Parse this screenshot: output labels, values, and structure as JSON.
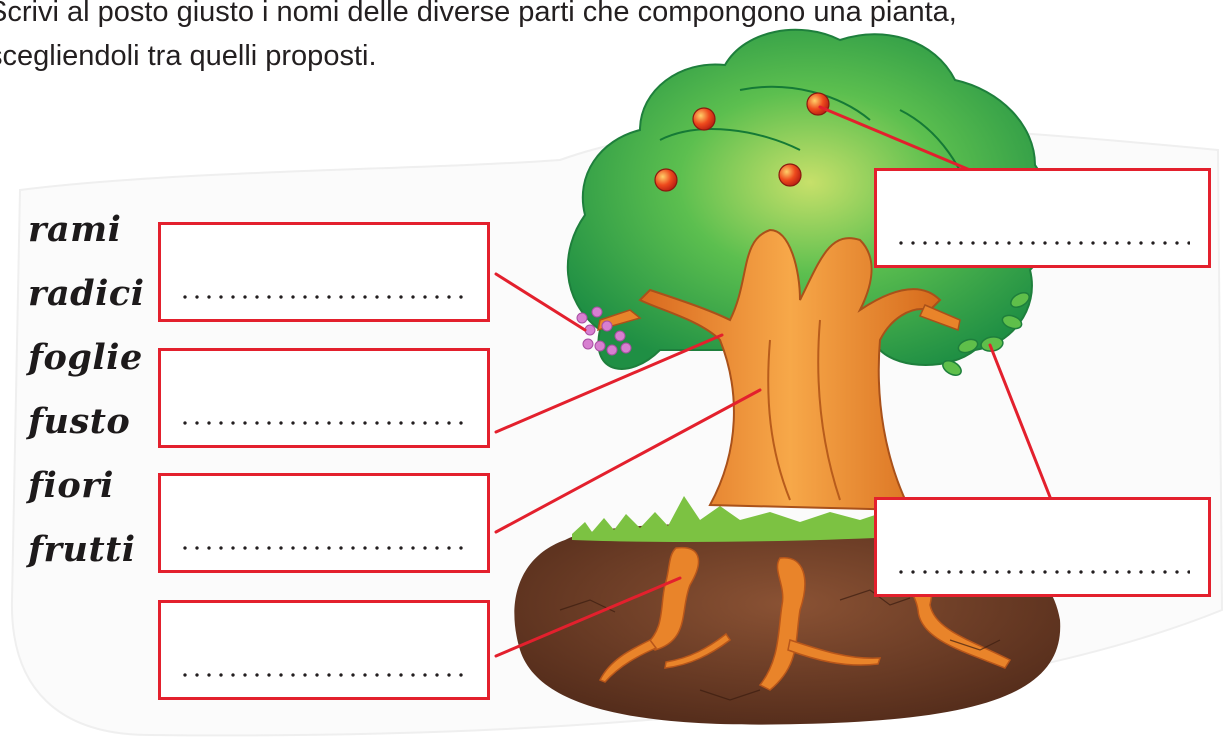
{
  "instructions": {
    "line1": "Scrivi al posto giusto i nomi delle diverse parti che compongono una pianta,",
    "line2": "scegliendoli tra quelli proposti."
  },
  "word_bank": [
    "rami",
    "radici",
    "foglie",
    "fusto",
    "fiori",
    "frutti"
  ],
  "answer_placeholder": "........................",
  "colors": {
    "box_border": "#e3202d",
    "leader_line": "#e3202d",
    "foliage": "#3aa94a",
    "trunk": "#e98a2a",
    "soil": "#6a3a24",
    "apple": "#e63a1e",
    "flower": "#d77fd0"
  }
}
